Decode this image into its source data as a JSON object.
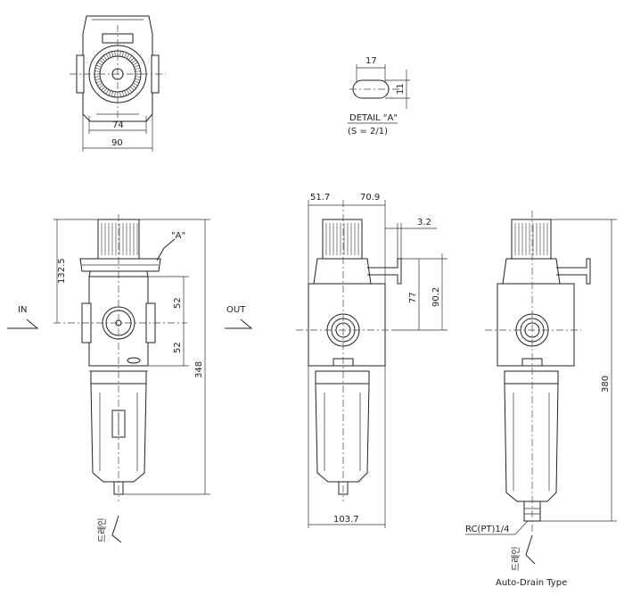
{
  "top_view": {
    "dim_inner": "74",
    "dim_outer": "90"
  },
  "detail": {
    "dim_width": "17",
    "dim_height": "11",
    "title": "DETAIL \"A\"",
    "scale": "(S = 2/1)"
  },
  "front_view": {
    "callout": "\"A\"",
    "dim_top": "132.5",
    "dim_upper": "52",
    "dim_lower": "52",
    "dim_total": "348",
    "in_label": "IN",
    "out_label": "OUT",
    "drain_label": "드레인"
  },
  "side_view": {
    "dim_left": "51.7",
    "dim_right": "70.9",
    "dim_bracket": "3.2",
    "dim_77": "77",
    "dim_90": "90.2",
    "dim_width": "103.7"
  },
  "auto_view": {
    "dim_total": "380",
    "thread": "RC(PT)1/4",
    "drain_label": "드레인",
    "type_label": "Auto-Drain Type"
  }
}
